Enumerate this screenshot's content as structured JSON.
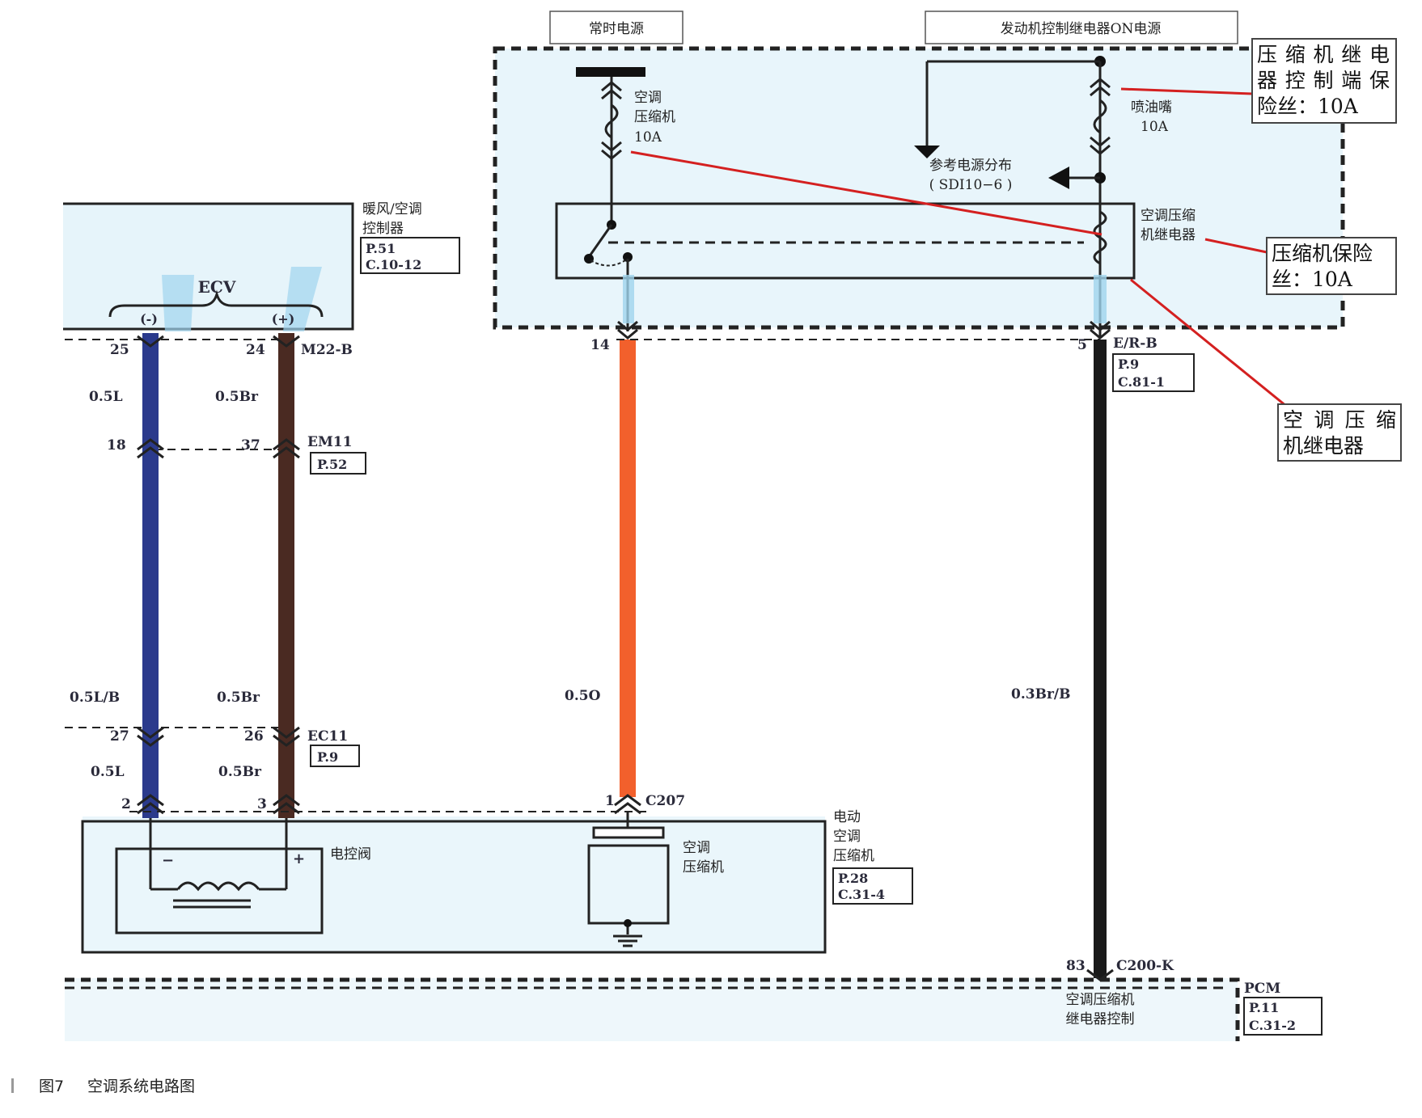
{
  "figure": {
    "caption_num": "图7",
    "caption_text": "空调系统电路图"
  },
  "power": {
    "constant": "常时电源",
    "engine_relay_on": "发动机控制继电器ON电源"
  },
  "fuses": {
    "ac_comp_fuse_l1": "空调",
    "ac_comp_fuse_l2": "压缩机",
    "ac_comp_fuse_l3": "10A",
    "injector_fuse_l1": "喷油嘴",
    "injector_fuse_l2": "10A"
  },
  "reference": {
    "line1": "参考电源分布",
    "line2": "( SDI10−6 )"
  },
  "relay": {
    "label_l1": "空调压缩",
    "label_l2": "机继电器"
  },
  "controller": {
    "label_l1": "暖风/空调",
    "label_l2": "控制器",
    "ref1": "P.51",
    "ref2": "C.10-12",
    "ecv": "ECV",
    "minus": "(-)",
    "plus": "(+)"
  },
  "connectors": {
    "m22": "M22-B",
    "em11": "EM11",
    "em11_ref": "P.52",
    "ec11": "EC11",
    "ec11_ref": "P.9",
    "c207": "C207",
    "er_b": "E/R-B",
    "er_b_ref1": "P.9",
    "er_b_ref2": "C.81-1",
    "c200k": "C200-K"
  },
  "pins": {
    "p25": "25",
    "p24": "24",
    "p18": "18",
    "p37": "37",
    "p27": "27",
    "p26": "26",
    "p2": "2",
    "p3": "3",
    "p1": "1",
    "p14": "14",
    "p5": "5",
    "p83": "83"
  },
  "wires": {
    "w_05L_top": "0.5L",
    "w_05Br_top": "0.5Br",
    "w_05LB": "0.5L/B",
    "w_05Br_mid": "0.5Br",
    "w_05L_bot": "0.5L",
    "w_05Br_bot": "0.5Br",
    "w_05O": "0.5O",
    "w_03BrB": "0.3Br/B"
  },
  "compressor_module": {
    "valve": "电控阀",
    "minus": "−",
    "plus": "+",
    "comp_l1": "空调",
    "comp_l2": "压缩机",
    "module_l1": "电动",
    "module_l2": "空调",
    "module_l3": "压缩机",
    "ref1": "P.28",
    "ref2": "C.31-4"
  },
  "pcm": {
    "label": "PCM",
    "ref1": "P.11",
    "ref2": "C.31-2",
    "ctrl_l1": "空调压缩机",
    "ctrl_l2": "继电器控制"
  },
  "annotations": {
    "relay_fuse_l1": "压缩机继电",
    "relay_fuse_l2": "器控制端保",
    "relay_fuse_l3": "险丝：10A",
    "comp_fuse_l1": "压缩机保险",
    "comp_fuse_l2": "丝：10A",
    "relay_l1": "空调压缩",
    "relay_l2": "机继电器"
  },
  "colors": {
    "wire_blue": "#2b3a8c",
    "wire_brown": "#4a2a22",
    "wire_orange": "#f2602c",
    "wire_black": "#1a1a1a",
    "highlight": "#9fd4ee",
    "callout_red": "#d42020"
  }
}
